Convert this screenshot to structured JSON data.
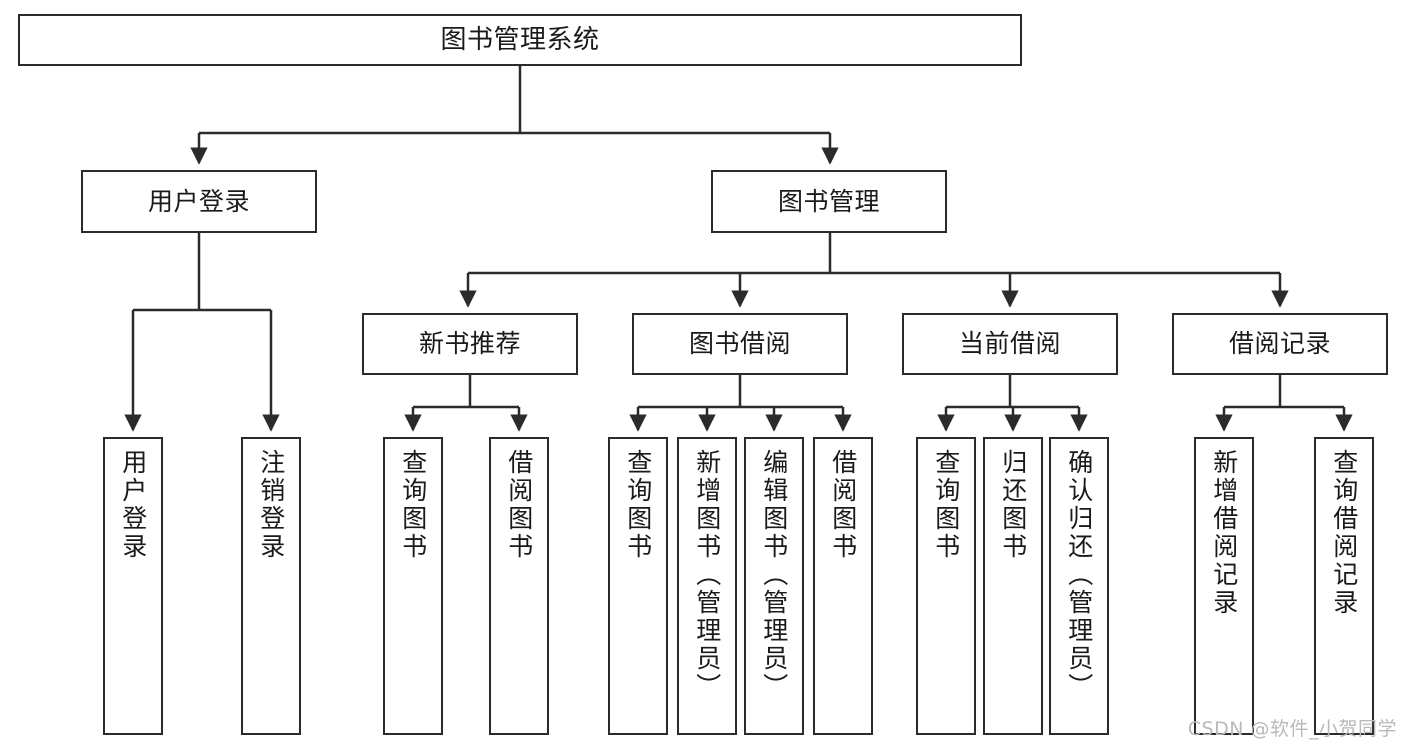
{
  "diagram": {
    "type": "tree-hierarchy",
    "title": "图书管理系统",
    "stroke_color": "#2b2b2b",
    "fill_color": "#ffffff",
    "text_color": "#1a1a1a",
    "nodes": {
      "root": {
        "label": "图书管理系统"
      },
      "level2": [
        {
          "label": "用户登录"
        },
        {
          "label": "图书管理"
        }
      ],
      "level3": [
        {
          "label": "新书推荐"
        },
        {
          "label": "图书借阅"
        },
        {
          "label": "当前借阅"
        },
        {
          "label": "借阅记录"
        }
      ],
      "leaves_user_login": [
        {
          "label": "用户登录"
        },
        {
          "label": "注销登录"
        }
      ],
      "leaves_new_books": [
        {
          "label": "查询图书"
        },
        {
          "label": "借阅图书"
        }
      ],
      "leaves_book_borrow": [
        {
          "label": "查询图书"
        },
        {
          "label": "新增图书（管理员）"
        },
        {
          "label": "编辑图书（管理员）"
        },
        {
          "label": "借阅图书"
        }
      ],
      "leaves_current_borrow": [
        {
          "label": "查询图书"
        },
        {
          "label": "归还图书"
        },
        {
          "label": "确认归还（管理员）"
        }
      ],
      "leaves_borrow_records": [
        {
          "label": "新增借阅记录"
        },
        {
          "label": "查询借阅记录"
        }
      ]
    }
  },
  "watermark": {
    "text": "CSDN @软件_小贺同学",
    "color": "#b9b9b9"
  }
}
